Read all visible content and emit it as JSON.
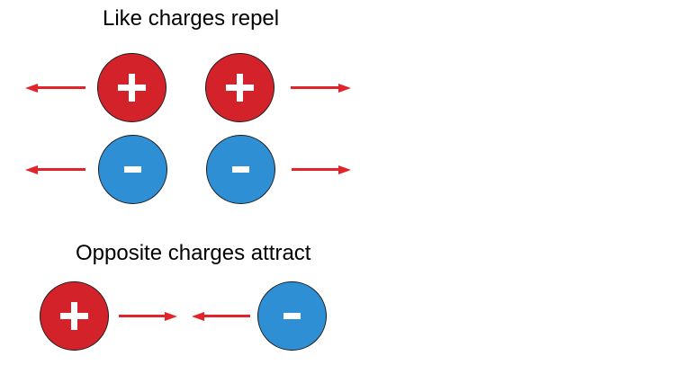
{
  "colors": {
    "background": "#ffffff",
    "positive_fill": "#d4222a",
    "negative_fill": "#2e8fd4",
    "circle_outline": "#1c1c1c",
    "arrow_red": "#e1242a",
    "symbol_white": "#ffffff",
    "title_text": "#000000"
  },
  "symbols": {
    "plus": "+",
    "minus": "-"
  },
  "sections": {
    "repel": {
      "title": "Like charges repel",
      "rows": [
        {
          "charge": "positive",
          "left_circle_symbol": "+",
          "right_circle_symbol": "+",
          "arrow_direction": "outward"
        },
        {
          "charge": "negative",
          "left_circle_symbol": "-",
          "right_circle_symbol": "-",
          "arrow_direction": "outward"
        }
      ]
    },
    "attract": {
      "title": "Opposite charges attract",
      "left_circle_symbol": "+",
      "right_circle_symbol": "-",
      "arrow_direction": "inward"
    }
  }
}
